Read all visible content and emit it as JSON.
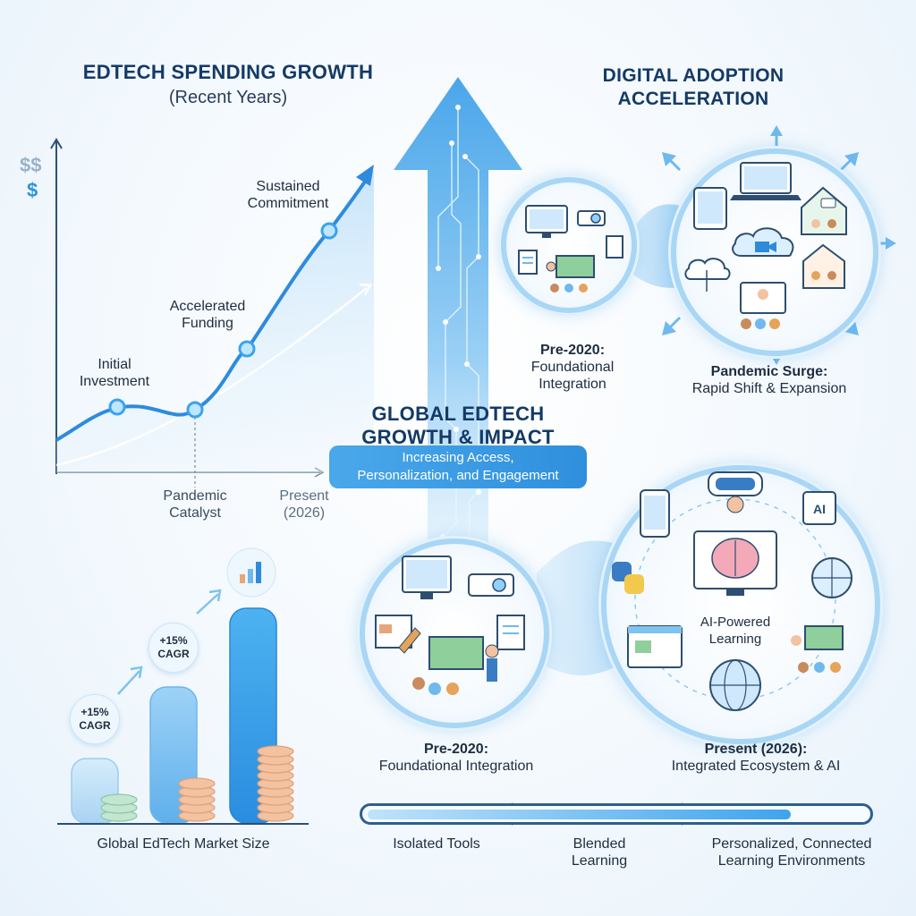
{
  "left_chart": {
    "title": "EDTECH SPENDING GROWTH",
    "subtitle": "(Recent Years)",
    "currency_icon_top": "$$",
    "currency_icon_bottom": "$",
    "milestones": {
      "initial": "Initial\nInvestment",
      "accelerated": "Accelerated\nFunding",
      "sustained": "Sustained\nCommitment"
    },
    "x_labels": {
      "pandemic": "Pandemic\nCatalyst",
      "present": "Present\n(2026)"
    }
  },
  "center": {
    "title_line1": "GLOBAL EDTECH",
    "title_line2": "GROWTH & IMPACT",
    "pill_line1": "Increasing Access,",
    "pill_line2": "Personalization, and Engagement"
  },
  "digital_adoption": {
    "title_line1": "DIGITAL ADOPTION",
    "title_line2": "ACCELERATION",
    "pre2020_label_bold": "Pre-2020:",
    "pre2020_label_line2": "Foundational",
    "pre2020_label_line3": "Integration",
    "pandemic_label_bold": "Pandemic Surge:",
    "pandemic_label_line2": "Rapid Shift & Expansion"
  },
  "ecosystem": {
    "pre2020_bold": "Pre-2020:",
    "pre2020_text": "Foundational Integration",
    "present_bold": "Present (2026):",
    "present_text": "Integrated Ecosystem & AI",
    "ai_label_line1": "AI-Powered",
    "ai_label_line2": "Learning",
    "ai_chip_text": "AI"
  },
  "market": {
    "badge1_line1": "+15%",
    "badge1_line2": "CAGR",
    "badge2_line1": "+15%",
    "badge2_line2": "CAGR",
    "caption": "Global EdTech Market Size"
  },
  "progress": {
    "fill_fraction": 0.85,
    "stage1": "Isolated Tools",
    "stage2_line1": "Blended",
    "stage2_line2": "Learning",
    "stage3_line1": "Personalized, Connected",
    "stage3_line2": "Learning Environments"
  },
  "colors": {
    "navy": "#143a66",
    "accent_blue": "#2f8fdd",
    "light_blue": "#a9d6f5",
    "coin_orange": "#f0b48a",
    "coin_green": "#b8dfc8"
  }
}
